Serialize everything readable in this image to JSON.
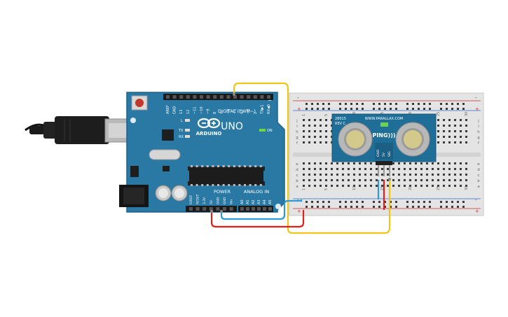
{
  "arduino": {
    "logo_text": "ARDUINO",
    "model": "UNO",
    "on_label": "ON",
    "digital_header": "DIGITAL (PWM~)",
    "digital_pins": [
      "AREF",
      "GND",
      "13",
      "12",
      "~11",
      "~10",
      "~9",
      "8",
      "7",
      "~6",
      "~5",
      "4",
      "~3",
      "2",
      "TX▶1",
      "RX◀0"
    ],
    "power_header": "POWER",
    "analog_header": "ANALOG IN",
    "power_pins": [
      "IOREF",
      "RESET",
      "3.3V",
      "5V",
      "GND",
      "GND",
      "Vin"
    ],
    "analog_pins": [
      "A0",
      "A1",
      "A2",
      "A3",
      "A4",
      "A5"
    ],
    "led_labels": [
      "L",
      "TX",
      "RX"
    ]
  },
  "breadboard": {
    "column_numbers": [
      "1",
      "",
      "",
      "",
      "5",
      "",
      "",
      "",
      "",
      "10",
      "",
      "",
      "",
      "",
      "15",
      "",
      "",
      "",
      "",
      "20",
      "",
      "",
      "",
      "",
      "25",
      "",
      "",
      "",
      "",
      "30"
    ],
    "row_letters_top": [
      "j",
      "i",
      "h",
      "g",
      "f"
    ],
    "row_letters_bottom": [
      "e",
      "d",
      "c",
      "b",
      "a"
    ],
    "rail_minus": "-",
    "rail_plus": "+"
  },
  "sensor": {
    "part_number": "28015",
    "revision": "REV C",
    "website": "WWW.PARALLAX.COM",
    "name": "PING)))",
    "pins": [
      "GND",
      "5V",
      "SIG"
    ]
  },
  "wire_colors": {
    "signal": "#f2c418",
    "ground": "#2c9ad6",
    "power": "#e0201c"
  }
}
